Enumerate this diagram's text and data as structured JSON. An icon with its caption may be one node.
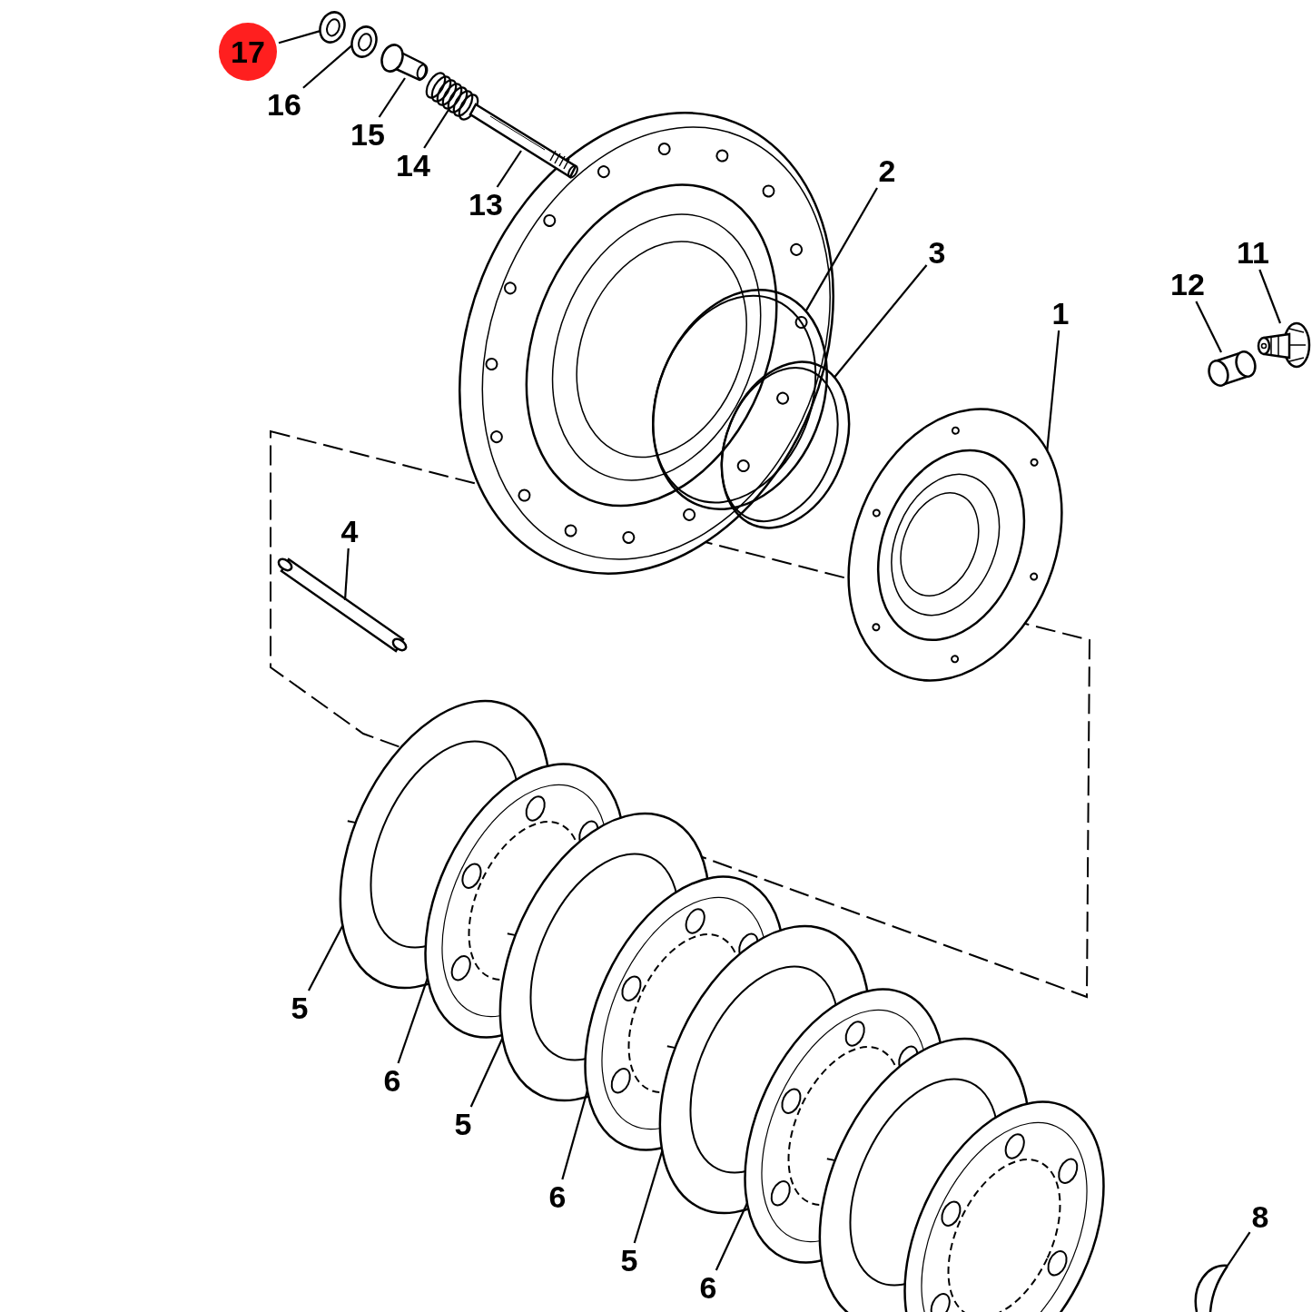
{
  "diagram": {
    "nodes": [
      {
        "text": [
          "17"
        ]
      },
      {
        "text": [],
        "shape": "picture"
      },
      {
        "text": [
          "16"
        ]
      },
      {
        "text": [],
        "shape": "picture"
      },
      {
        "text": [
          "15"
        ]
      },
      {
        "text": [],
        "shape": "picture"
      },
      {
        "text": [
          "14"
        ]
      },
      {
        "text": [],
        "shape": "picture"
      },
      {
        "text": [
          "13"
        ]
      },
      {
        "text": [],
        "shape": "picture"
      },
      {
        "text": [
          "2"
        ]
      },
      {
        "text": [],
        "shape": "picture"
      },
      {
        "text": [
          "3"
        ]
      },
      {
        "text": [],
        "shape": "picture"
      },
      {
        "text": [
          "1"
        ]
      },
      {
        "text": [],
        "shape": "picture"
      },
      {
        "text": [
          "11"
        ]
      },
      {
        "text": [],
        "shape": "picture"
      },
      {
        "text": [
          "12"
        ]
      },
      {
        "text": [],
        "shape": "picture"
      },
      {
        "text": [
          "4"
        ]
      },
      {
        "text": [],
        "shape": "picture"
      },
      {
        "text": [
          "5"
        ]
      },
      {
        "text": [],
        "shape": "picture"
      },
      {
        "text": [
          "6"
        ]
      },
      {
        "text": [],
        "shape": "picture"
      },
      {
        "text": [
          "5"
        ]
      },
      {
        "text": [],
        "shape": "picture"
      },
      {
        "text": [
          "6"
        ]
      },
      {
        "text": [],
        "shape": "picture"
      },
      {
        "text": [
          "5"
        ]
      },
      {
        "text": [],
        "shape": "picture"
      },
      {
        "text": [
          "6"
        ]
      },
      {
        "text": [],
        "shape": "picture"
      },
      {
        "text": [
          "8"
        ]
      },
      {
        "text": [],
        "shape": "picture"
      }
    ],
    "edges": [
      {
        "from": 0,
        "to": 1,
        "arrow": "none"
      },
      {
        "from": 2,
        "to": 3,
        "arrow": "none"
      },
      {
        "from": 4,
        "to": 5,
        "arrow": "none"
      },
      {
        "from": 6,
        "to": 7,
        "arrow": "none"
      },
      {
        "from": 8,
        "to": 9,
        "arrow": "none"
      },
      {
        "from": 10,
        "to": 11,
        "arrow": "none"
      },
      {
        "from": 12,
        "to": 13,
        "arrow": "none"
      },
      {
        "from": 14,
        "to": 15,
        "arrow": "none"
      },
      {
        "from": 16,
        "to": 17,
        "arrow": "none"
      },
      {
        "from": 18,
        "to": 19,
        "arrow": "none"
      },
      {
        "from": 20,
        "to": 21,
        "arrow": "none"
      },
      {
        "from": 22,
        "to": 23,
        "arrow": "none"
      },
      {
        "from": 24,
        "to": 25,
        "arrow": "none"
      },
      {
        "from": 26,
        "to": 27,
        "arrow": "none"
      },
      {
        "from": 28,
        "to": 29,
        "arrow": "none"
      },
      {
        "from": 30,
        "to": 31,
        "arrow": "none"
      },
      {
        "from": 32,
        "to": 33,
        "arrow": "none"
      },
      {
        "from": 34,
        "to": 35,
        "arrow": "none"
      }
    ]
  }
}
